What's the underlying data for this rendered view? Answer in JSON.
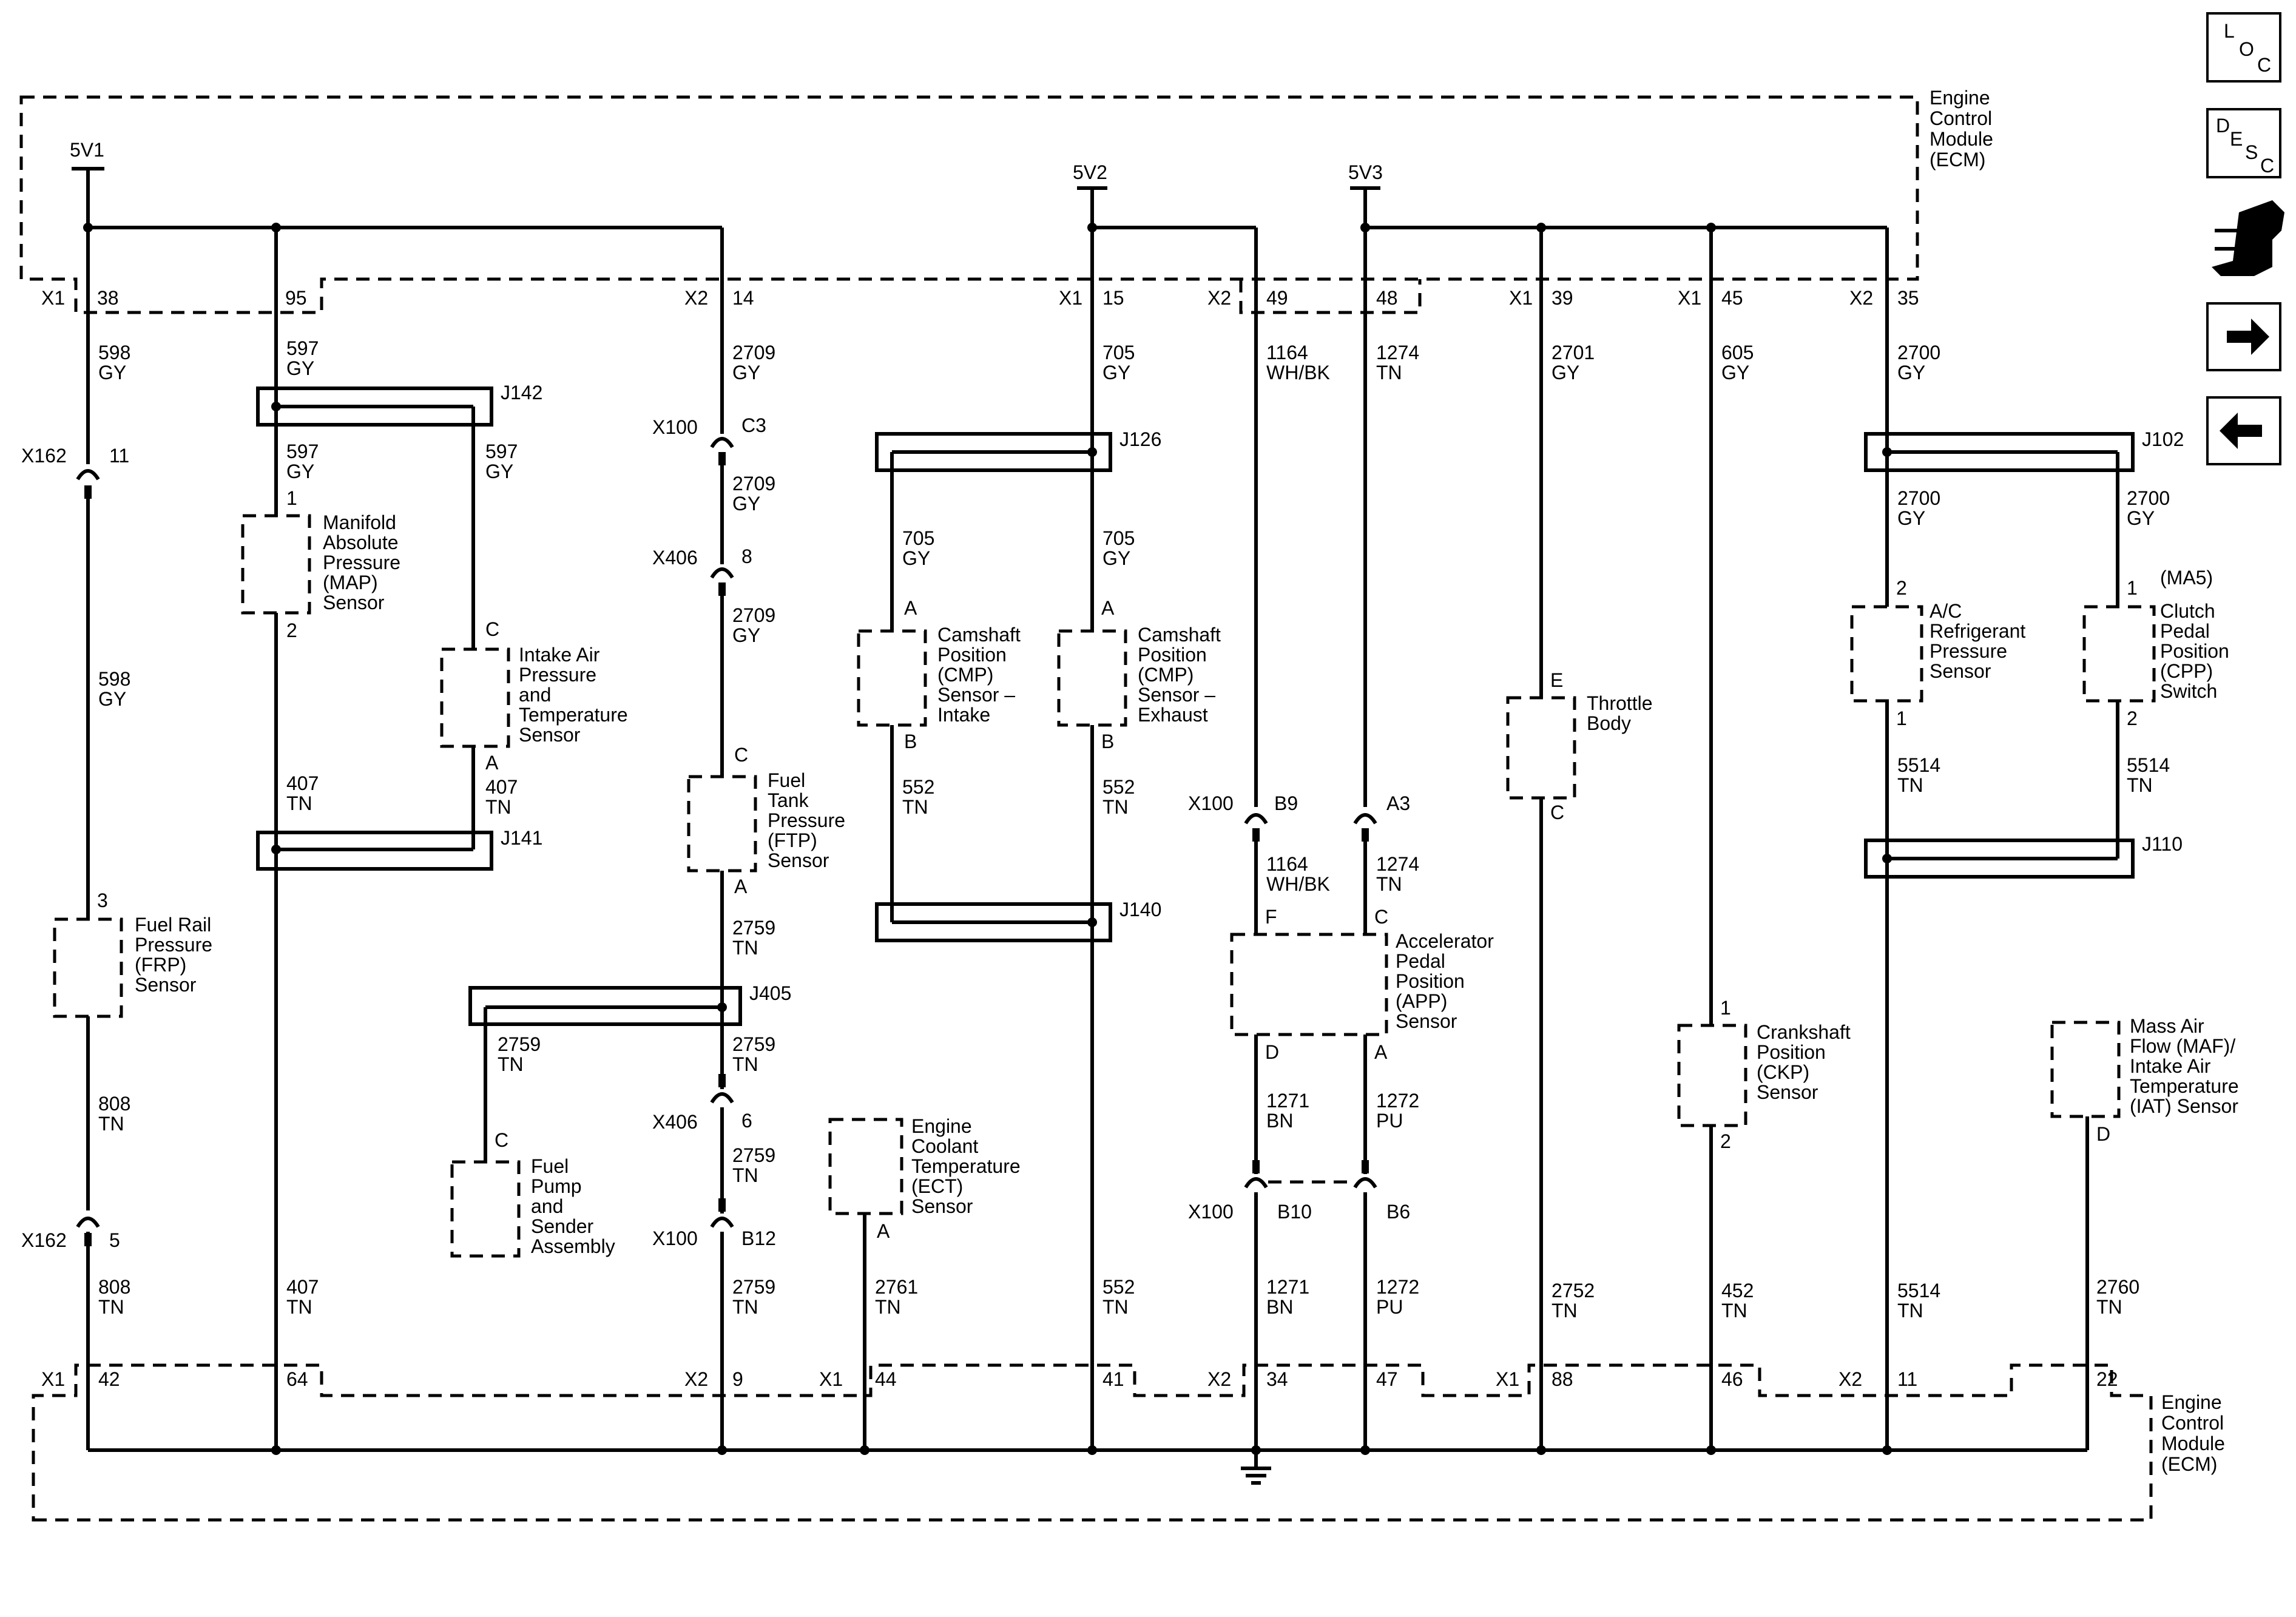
{
  "module": {
    "lines": [
      "Engine",
      "Control",
      "Module",
      "(ECM)"
    ]
  },
  "supplies": {
    "s1": "5V1",
    "s2": "5V2",
    "s3": "5V3"
  },
  "connectors": {
    "x1": "X1",
    "x2": "X2",
    "x100": "X100",
    "x162": "X162",
    "x406": "X406"
  },
  "splices": {
    "j142": "J142",
    "j141": "J141",
    "j126": "J126",
    "j140": "J140",
    "j405": "J405",
    "j102": "J102",
    "j110": "J110"
  },
  "pins_top": {
    "p38": "38",
    "p95": "95",
    "p14": "14",
    "p15": "15",
    "p49": "49",
    "p48": "48",
    "p39": "39",
    "p45": "45",
    "p35": "35"
  },
  "pins_bottom": {
    "p42": "42",
    "p64": "64",
    "p9": "9",
    "p44": "44",
    "p41": "41",
    "p34": "34",
    "p47": "47",
    "p88": "88",
    "p46": "46",
    "p11": "11",
    "p22": "22"
  },
  "inline_pins": {
    "x162_11": "11",
    "x162_5": "5",
    "c3": "C3",
    "x406_8": "8",
    "x406_6": "6",
    "b12": "B12",
    "b9": "B9",
    "a3": "A3",
    "b10": "B10",
    "b6": "B6"
  },
  "sensor_pins": {
    "n1": "1",
    "n2": "2",
    "n3": "3",
    "a": "A",
    "b": "B",
    "c": "C",
    "d": "D",
    "e": "E",
    "f": "F"
  },
  "wires": {
    "598": "598",
    "597": "597",
    "2709": "2709",
    "705": "705",
    "1164": "1164",
    "1274": "1274",
    "2701": "2701",
    "605": "605",
    "2700": "2700",
    "407": "407",
    "2759": "2759",
    "552": "552",
    "808": "808",
    "1271": "1271",
    "1272": "1272",
    "2761": "2761",
    "2752": "2752",
    "452": "452",
    "5514": "5514",
    "2760": "2760",
    "gy": "GY",
    "tn": "TN",
    "whbk": "WH/BK",
    "bn": "BN",
    "pu": "PU"
  },
  "components": {
    "map": [
      "Manifold",
      "Absolute",
      "Pressure",
      "(MAP)",
      "Sensor"
    ],
    "iapt": [
      "Intake Air",
      "Pressure",
      "and",
      "Temperature",
      "Sensor"
    ],
    "ftp": [
      "Fuel",
      "Tank",
      "Pressure",
      "(FTP)",
      "Sensor"
    ],
    "cmpi": [
      "Camshaft",
      "Position",
      "(CMP)",
      "Sensor –",
      "Intake"
    ],
    "cmpe": [
      "Camshaft",
      "Position",
      "(CMP)",
      "Sensor –",
      "Exhaust"
    ],
    "frp": [
      "Fuel Rail",
      "Pressure",
      "(FRP)",
      "Sensor"
    ],
    "fpsa": [
      "Fuel",
      "Pump",
      "and",
      "Sender",
      "Assembly"
    ],
    "ect": [
      "Engine",
      "Coolant",
      "Temperature",
      "(ECT)",
      "Sensor"
    ],
    "app": [
      "Accelerator",
      "Pedal",
      "Position",
      "(APP)",
      "Sensor"
    ],
    "tb": [
      "Throttle",
      "Body"
    ],
    "ckp": [
      "Crankshaft",
      "Position",
      "(CKP)",
      "Sensor"
    ],
    "acr": [
      "A/C",
      "Refrigerant",
      "Pressure",
      "Sensor"
    ],
    "cpp": [
      "Clutch",
      "Pedal",
      "Position",
      "(CPP)",
      "Switch"
    ],
    "cpp_opt": "(MA5)",
    "maf": [
      "Mass Air",
      "Flow (MAF)/",
      "Intake Air",
      "Temperature",
      "(IAT) Sensor"
    ]
  },
  "nav": {
    "loc": [
      "L",
      "O",
      "C"
    ],
    "desc": [
      "D",
      "E",
      "S",
      "C"
    ],
    "tool_icon": "connector-wrench-icon",
    "fwd_icon": "arrow-right-icon",
    "back_icon": "arrow-left-icon"
  }
}
